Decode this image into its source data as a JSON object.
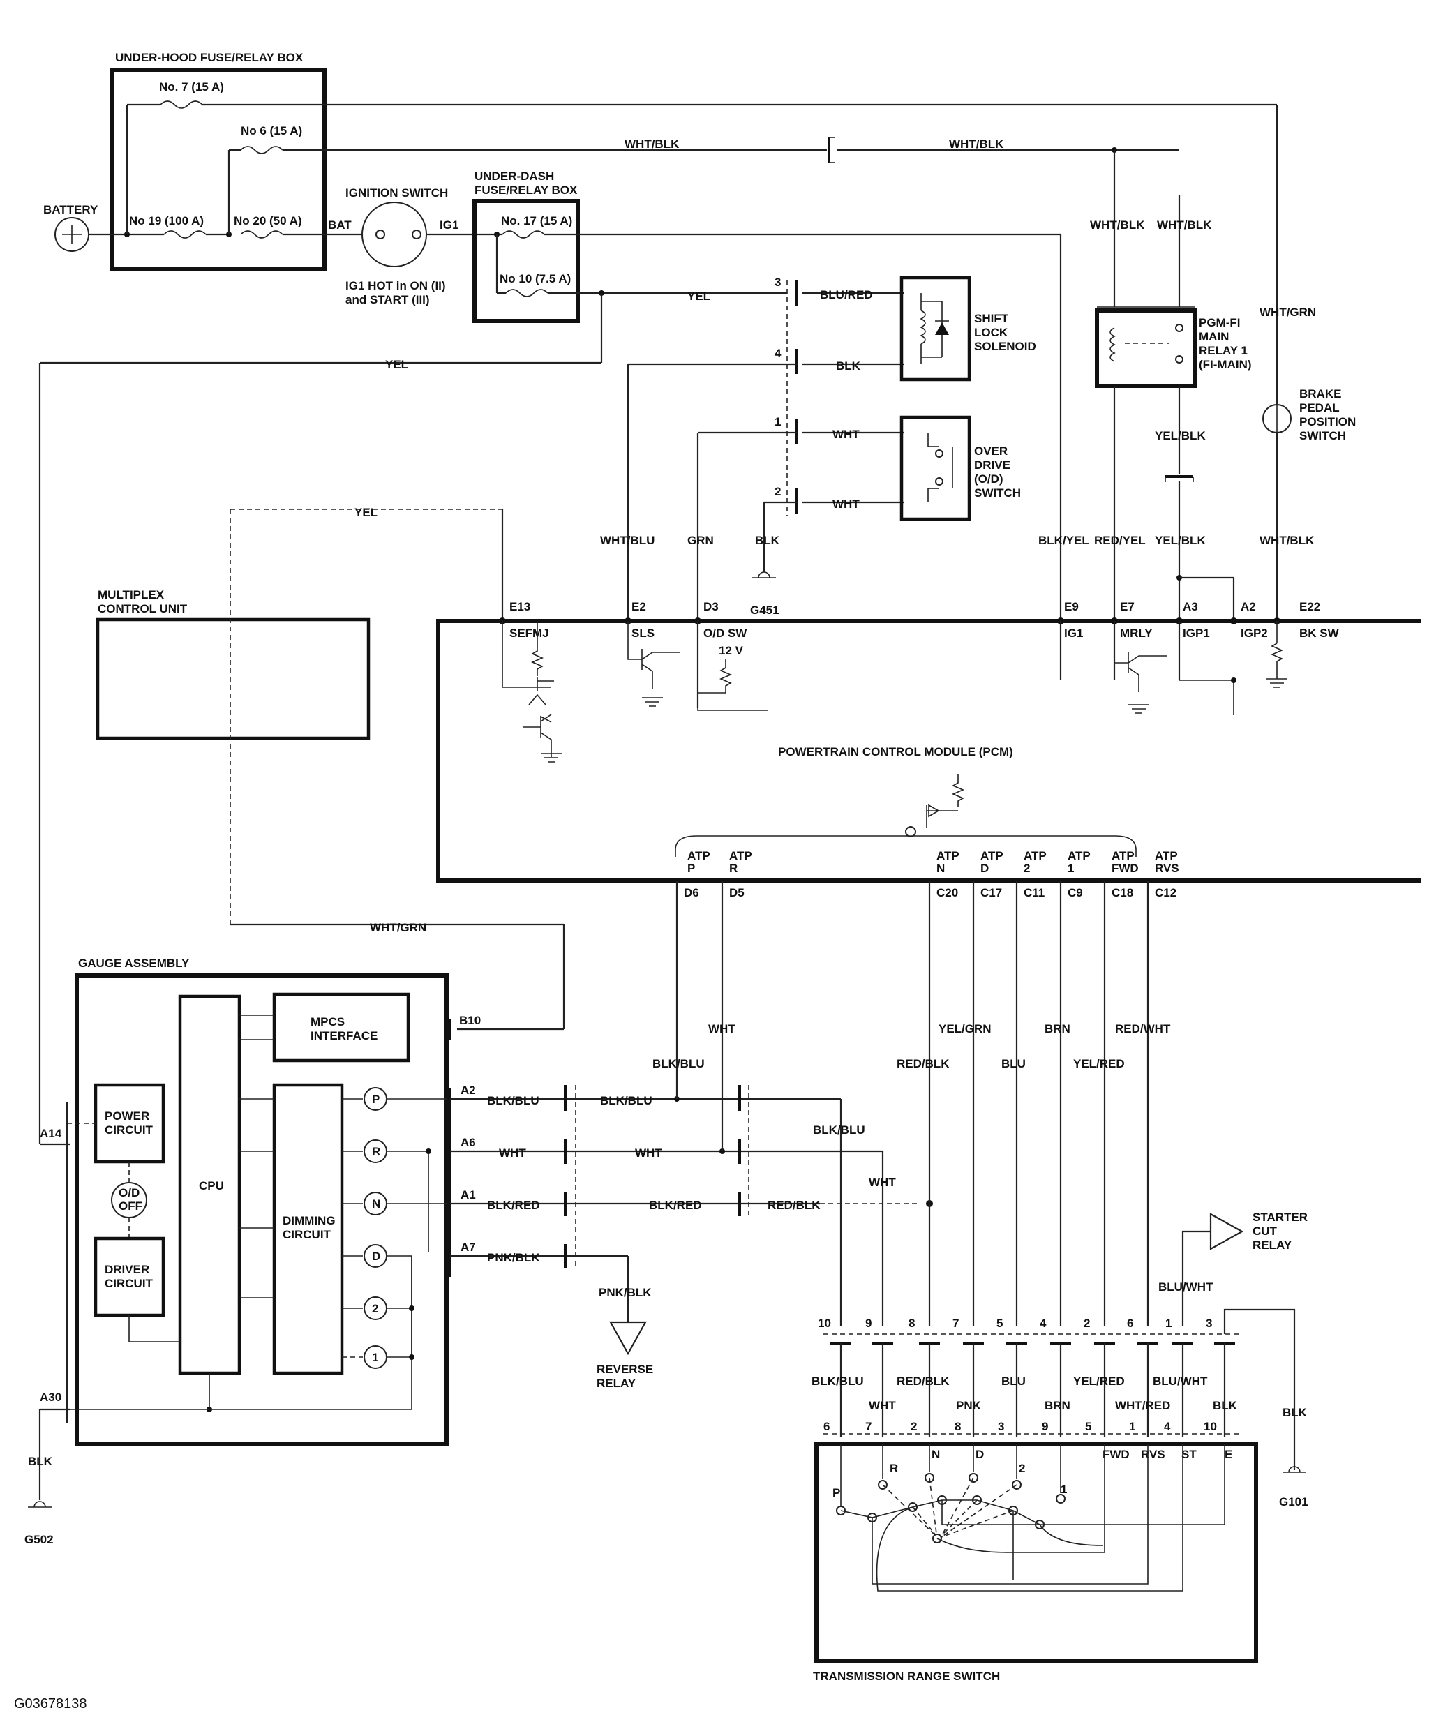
{
  "figure_id": "G03678138",
  "components": {
    "underhood_box": "UNDER-HOOD FUSE/RELAY BOX",
    "fuse7": "No. 7 (15 A)",
    "fuse6": "No 6 (15 A)",
    "fuse19": "No 19 (100 A)",
    "fuse20": "No 20 (50 A)",
    "battery": "BATTERY",
    "ignition_switch": "IGNITION SWITCH",
    "bat": "BAT",
    "ig1": "IG1",
    "ig1_note_1": "IG1 HOT in ON (II)",
    "ig1_note_2": "and START (III)",
    "underdash_box_1": "UNDER-DASH",
    "underdash_box_2": "FUSE/RELAY BOX",
    "fuse17": "No. 17 (15 A)",
    "fuse10": "No 10 (7.5 A)",
    "shift_lock": [
      "SHIFT",
      "LOCK",
      "SOLENOID"
    ],
    "od_switch": [
      "OVER",
      "DRIVE",
      "(O/D)",
      "SWITCH"
    ],
    "pgmfi_relay": [
      "PGM-FI",
      "MAIN",
      "RELAY 1",
      "(FI-MAIN)"
    ],
    "brake_switch": [
      "BRAKE",
      "PEDAL",
      "POSITION",
      "SWITCH"
    ],
    "multiplex_1": "MULTIPLEX",
    "multiplex_2": "CONTROL UNIT",
    "pcm": "POWERTRAIN CONTROL MODULE (PCM)",
    "gauge_assembly": "GAUGE ASSEMBLY",
    "mpcs_1": "MPCS",
    "mpcs_2": "INTERFACE",
    "power_circuit_1": "POWER",
    "power_circuit_2": "CIRCUIT",
    "od_off_1": "O/D",
    "od_off_2": "OFF",
    "driver_circuit_1": "DRIVER",
    "driver_circuit_2": "CIRCUIT",
    "cpu": "CPU",
    "dimming_1": "DIMMING",
    "dimming_2": "CIRCUIT",
    "reverse_relay_1": "REVERSE",
    "reverse_relay_2": "RELAY",
    "starter_cut": [
      "STARTER",
      "CUT",
      "RELAY"
    ],
    "trs": "TRANSMISSION RANGE SWITCH"
  },
  "grounds": {
    "g451": "G451",
    "g502": "G502",
    "g101": "G101"
  },
  "wires": {
    "wht_blk": "WHT/BLK",
    "wht_grn": "WHT/GRN",
    "yel": "YEL",
    "blu_red": "BLU/RED",
    "blk": "BLK",
    "wht": "WHT",
    "wht_blu": "WHT/BLU",
    "grn": "GRN",
    "blk_yel": "BLK/YEL",
    "red_yel": "RED/YEL",
    "yel_blk": "YEL/BLK",
    "blk_blu": "BLK/BLU",
    "blk_red": "BLK/RED",
    "pnk_blk": "PNK/BLK",
    "red_blk": "RED/BLK",
    "yel_grn": "YEL/GRN",
    "blu": "BLU",
    "brn": "BRN",
    "yel_red": "YEL/RED",
    "red_wht": "RED/WHT",
    "blu_wht": "BLU/WHT",
    "pnk": "PNK",
    "wht_red": "WHT/RED"
  },
  "od_connector_pins": [
    "3",
    "4",
    "1",
    "2"
  ],
  "pcm_top_pins": [
    {
      "pin": "E13",
      "sig": "SEFMJ"
    },
    {
      "pin": "E2",
      "sig": "SLS"
    },
    {
      "pin": "D3",
      "sig": "O/D SW"
    },
    {
      "pin": "E9",
      "sig": "IG1"
    },
    {
      "pin": "E7",
      "sig": "MRLY"
    },
    {
      "pin": "A3",
      "sig": "IGP1"
    },
    {
      "pin": "A2",
      "sig": "IGP2"
    },
    {
      "pin": "E22",
      "sig": "BK SW"
    }
  ],
  "pcm_voltage": "12 V",
  "pcm_bottom_pins": [
    {
      "sig1": "ATP",
      "sig2": "P",
      "pin": "D6"
    },
    {
      "sig1": "ATP",
      "sig2": "R",
      "pin": "D5"
    },
    {
      "sig1": "ATP",
      "sig2": "N",
      "pin": "C20"
    },
    {
      "sig1": "ATP",
      "sig2": "D",
      "pin": "C17"
    },
    {
      "sig1": "ATP",
      "sig2": "2",
      "pin": "C11"
    },
    {
      "sig1": "ATP",
      "sig2": "1",
      "pin": "C9"
    },
    {
      "sig1": "ATP",
      "sig2": "FWD",
      "pin": "C18"
    },
    {
      "sig1": "ATP",
      "sig2": "RVS",
      "pin": "C12"
    }
  ],
  "gauge_pins": [
    "B10",
    "A2",
    "A6",
    "A1",
    "A7",
    "A14",
    "A30"
  ],
  "indicators": [
    "P",
    "R",
    "N",
    "D",
    "2",
    "1"
  ],
  "trs_connector_top": [
    "10",
    "9",
    "8",
    "7",
    "5",
    "4",
    "2",
    "6",
    "1",
    "3"
  ],
  "trs_top_wires": [
    "BLK/BLU",
    "WHT",
    "RED/BLK",
    "PNK",
    "BLU",
    "BRN",
    "YEL/RED",
    "WHT/RED",
    "BLU/WHT",
    "BLK"
  ],
  "trs_connector_bottom": [
    "6",
    "7",
    "2",
    "8",
    "3",
    "9",
    "5",
    "1",
    "4",
    "10"
  ],
  "trs_positions": [
    "P",
    "R",
    "N",
    "D",
    "2",
    "1",
    "FWD",
    "RVS",
    "ST",
    "E"
  ]
}
